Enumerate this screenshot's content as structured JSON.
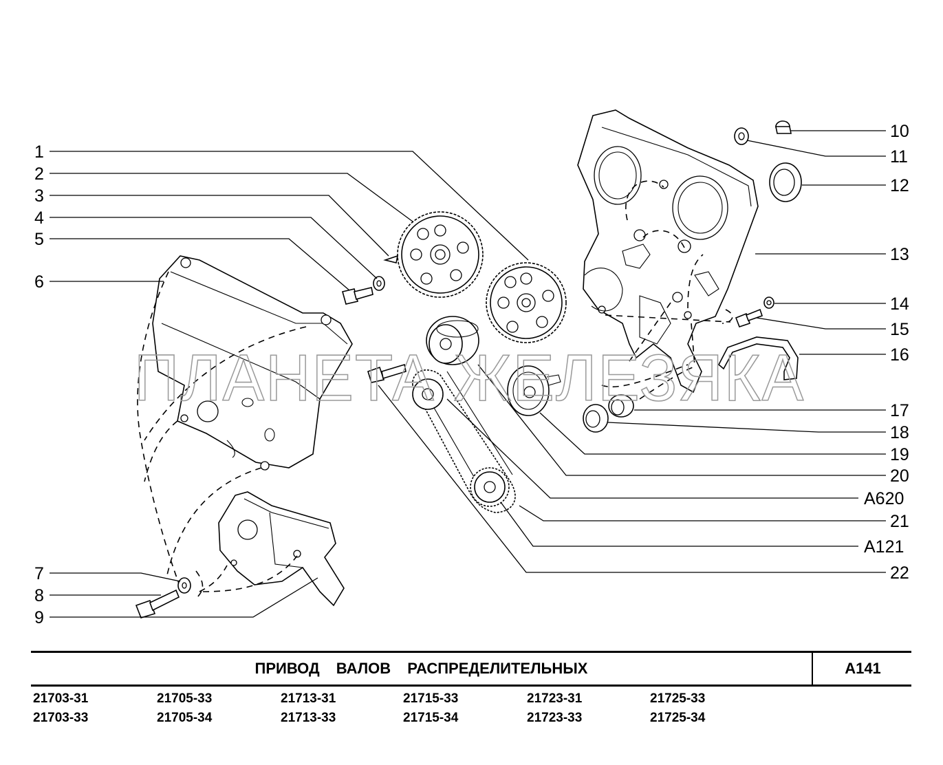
{
  "watermark": "ПЛАНЕТА ЖЕЛЕЗЯКА",
  "callouts_left": [
    "1",
    "2",
    "3",
    "4",
    "5",
    "6",
    "7",
    "8",
    "9"
  ],
  "callouts_right": [
    "10",
    "11",
    "12",
    "13",
    "14",
    "15",
    "16",
    "17",
    "18",
    "19",
    "20",
    "A620",
    "21",
    "A121",
    "22"
  ],
  "title_block": {
    "title": "ПРИВОД ВАЛОВ РАСПРЕДЕЛИТЕЛЬНЫХ",
    "code": "A141"
  },
  "models": [
    [
      "21703-31",
      "21703-33"
    ],
    [
      "21705-33",
      "21705-34"
    ],
    [
      "21713-31",
      "21713-33"
    ],
    [
      "21715-33",
      "21715-34"
    ],
    [
      "21723-31",
      "21723-33"
    ],
    [
      "21725-33",
      "21725-34"
    ]
  ]
}
